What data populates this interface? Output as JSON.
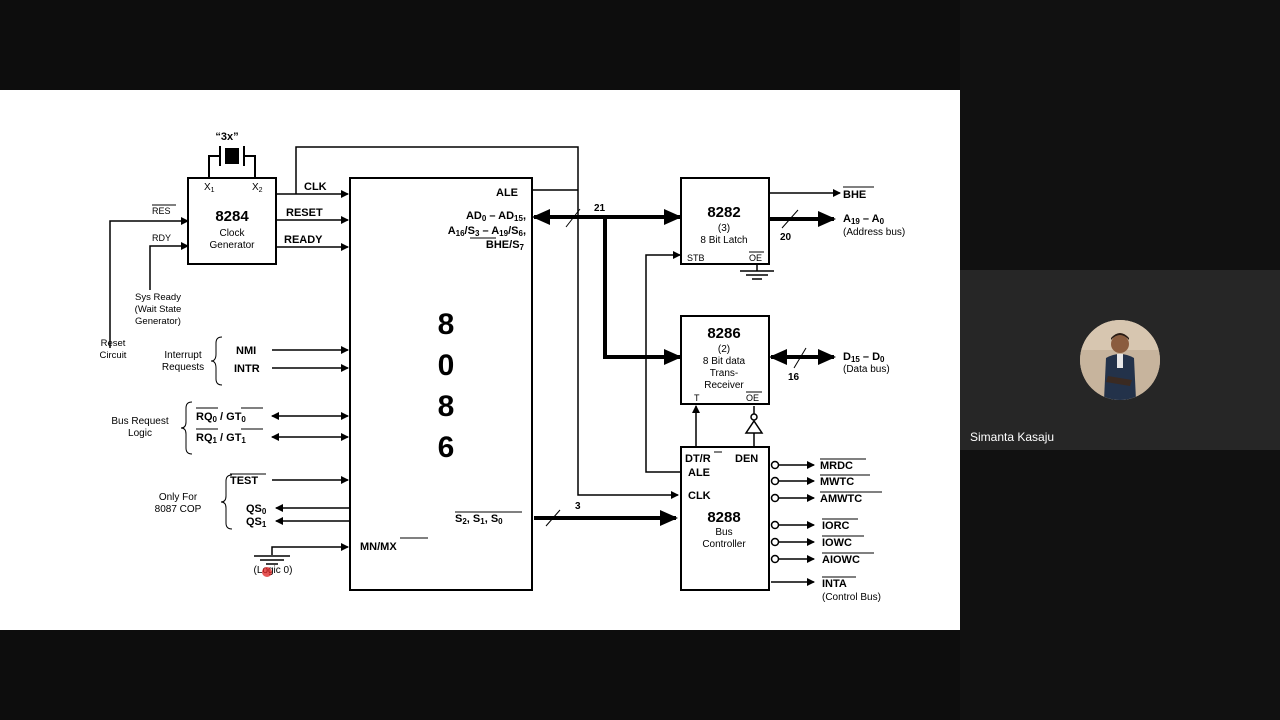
{
  "participant": {
    "name": "Simanta Kasaju"
  },
  "diagram": {
    "crystal": "“3x”",
    "x1": "X",
    "x1_sub": "1",
    "x2": "X",
    "x2_sub": "2",
    "clock_gen": {
      "title": "8284",
      "line1": "Clock",
      "line2": "Generator",
      "res": "RES",
      "rdy": "RDY",
      "clk": "CLK",
      "reset": "RESET",
      "ready": "READY"
    },
    "sys_ready": [
      "Sys Ready",
      "(Wait State",
      "Generator)"
    ],
    "reset_circuit": [
      "Reset",
      "Circuit"
    ],
    "interrupt": [
      "Interrupt",
      "Requests"
    ],
    "nmi": "NMI",
    "intr": "INTR",
    "bus_request": [
      "Bus Request",
      "Logic"
    ],
    "rq0": "RQ",
    "rq0_sub": "0",
    "gt0": "GT",
    "gt0_sub": "0",
    "rq1": "RQ",
    "rq1_sub": "1",
    "gt1": "GT",
    "gt1_sub": "1",
    "slash": "/",
    "only_for": [
      "Only For",
      "8087 COP"
    ],
    "test": "TEST",
    "qs0": "QS",
    "qs0_sub": "0",
    "qs1": "QS",
    "qs1_sub": "1",
    "logic0": "(Logic 0)",
    "cpu": {
      "digits": [
        "8",
        "0",
        "8",
        "6"
      ],
      "ale": "ALE",
      "ad_line": "AD0 – AD15,",
      "a_line": "A16/S3 – A19/S6,",
      "bhe_line": "BHE/S7",
      "mn_mx": "MN/",
      "mx": "MX",
      "s_line": "S2, S1, S0"
    },
    "bus_width_21": "21",
    "bus_width_3": "3",
    "latch": {
      "title": "8282",
      "count": "(3)",
      "desc": "8 Bit Latch",
      "stb": "STB",
      "oe": "OE"
    },
    "bhe_out": "BHE",
    "addr_bus": "A19 – A0",
    "addr_bus_label": "(Address bus)",
    "bus_width_20": "20",
    "transceiver": {
      "title": "8286",
      "count": "(2)",
      "line1": "8 Bit data",
      "line2": "Trans-",
      "line3": "Receiver",
      "t": "T",
      "oe": "OE"
    },
    "data_bus": "D15 – D0",
    "data_bus_label": "(Data bus)",
    "bus_width_16": "16",
    "bus_ctrl": {
      "dtr": "DT/",
      "r": "R",
      "den": "DEN",
      "ale": "ALE",
      "clk": "CLK",
      "title": "8288",
      "line1": "Bus",
      "line2": "Controller"
    },
    "control_signals": [
      "MRDC",
      "MWTC",
      "AMWTC",
      "IORC",
      "IOWC",
      "AIOWC",
      "INTA"
    ],
    "control_bus_label": "(Control Bus)"
  }
}
